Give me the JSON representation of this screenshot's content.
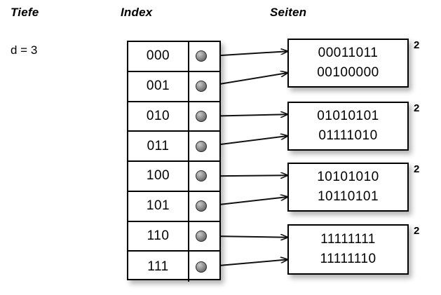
{
  "headers": {
    "depth": "Tiefe",
    "index": "Index",
    "pages": "Seiten"
  },
  "depth": {
    "label": "d = 3"
  },
  "index_table": {
    "rows": [
      {
        "key": "000",
        "pointer": "pointer-dot",
        "target_page": 0
      },
      {
        "key": "001",
        "pointer": "pointer-dot",
        "target_page": 0
      },
      {
        "key": "010",
        "pointer": "pointer-dot",
        "target_page": 1
      },
      {
        "key": "011",
        "pointer": "pointer-dot",
        "target_page": 1
      },
      {
        "key": "100",
        "pointer": "pointer-dot",
        "target_page": 2
      },
      {
        "key": "101",
        "pointer": "pointer-dot",
        "target_page": 2
      },
      {
        "key": "110",
        "pointer": "pointer-dot",
        "target_page": 3
      },
      {
        "key": "111",
        "pointer": "pointer-dot",
        "target_page": 3
      }
    ]
  },
  "pages": [
    {
      "line1": "00011011",
      "line2": "00100000",
      "local_depth": "2"
    },
    {
      "line1": "01010101",
      "line2": "01111010",
      "local_depth": "2"
    },
    {
      "line1": "10101010",
      "line2": "10110101",
      "local_depth": "2"
    },
    {
      "line1": "11111111",
      "line2": "11111110",
      "local_depth": "2"
    }
  ],
  "colors": {
    "background": "#ffffff",
    "stroke": "#000000",
    "pointer_dot": "#8a8a8a",
    "shadow": "rgba(0,0,0,0.30)"
  },
  "arrows": [
    {
      "from_row": 0,
      "to_page": 0
    },
    {
      "from_row": 1,
      "to_page": 0
    },
    {
      "from_row": 2,
      "to_page": 1
    },
    {
      "from_row": 3,
      "to_page": 1
    },
    {
      "from_row": 4,
      "to_page": 2
    },
    {
      "from_row": 5,
      "to_page": 2
    },
    {
      "from_row": 6,
      "to_page": 3
    },
    {
      "from_row": 7,
      "to_page": 3
    }
  ]
}
